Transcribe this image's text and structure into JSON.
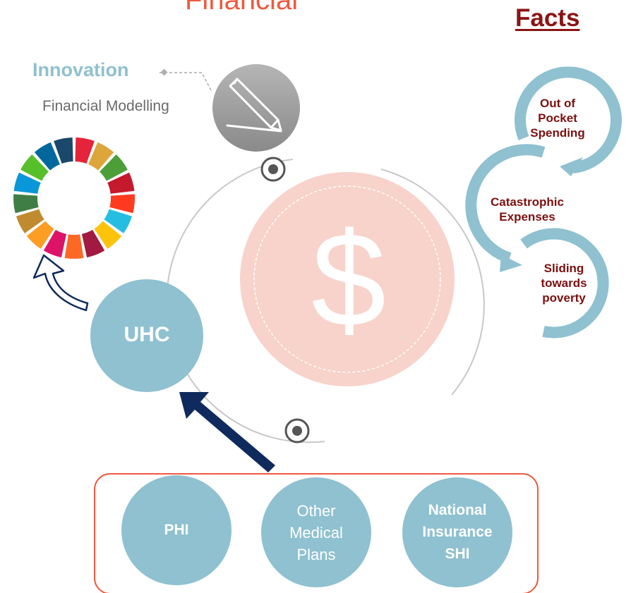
{
  "titles": {
    "financial": "Financial",
    "facts": "Facts"
  },
  "innovation": {
    "label": "Innovation",
    "sublabel": "Financial Modelling"
  },
  "center": {
    "symbol": "$"
  },
  "uhc": {
    "label": "UHC"
  },
  "facts_cycle": {
    "items": [
      {
        "lines": [
          "Out of",
          "Pocket",
          "Spending"
        ]
      },
      {
        "lines": [
          "Catastrophic",
          "Expenses"
        ]
      },
      {
        "lines": [
          "Sliding",
          "towards",
          "poverty"
        ]
      }
    ]
  },
  "schemes": {
    "phi": "PHI",
    "other": [
      "Other",
      "Medical",
      "Plans"
    ],
    "national": [
      "National",
      "Insurance",
      "SHI"
    ]
  },
  "colors": {
    "teal": "#8fc1d0",
    "dark_red": "#8b1414",
    "orange_red": "#ee5a3f",
    "navy": "#0f2a5c",
    "pink": "#f8d3cb"
  },
  "sdg_wheel": {
    "segment_colors": [
      "#e5243b",
      "#dda63a",
      "#4c9f38",
      "#c5192d",
      "#ff3a21",
      "#26bde2",
      "#fcc30b",
      "#a21942",
      "#fd6925",
      "#dd1367",
      "#fd9d24",
      "#bf8b2e",
      "#3f7e44",
      "#0a97d9",
      "#56c02b",
      "#00689d",
      "#19486a"
    ]
  },
  "icons": {
    "pencil": "pencil-icon",
    "target": "target-icon"
  }
}
